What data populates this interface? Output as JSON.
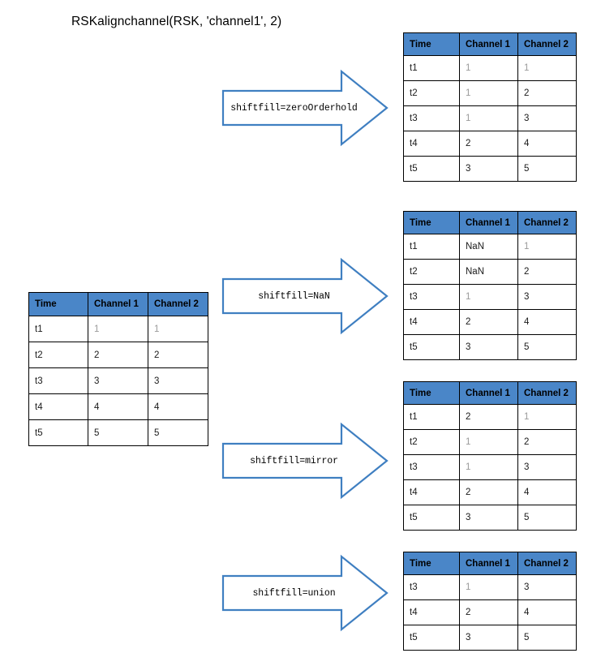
{
  "title": "RSKalignchannel(RSK, 'channel1', 2)",
  "colors": {
    "header_blue": "#4a86c8",
    "arrow_outline": "#3f7fc1",
    "arrow_fill": "#ffffff",
    "table_border": "#000000",
    "faded_text": "#9a9a9a"
  },
  "columns": [
    "Time",
    "Channel 1",
    "Channel 2"
  ],
  "input_table": {
    "name": "input-table",
    "columns": [
      "Time",
      "Channel 1",
      "Channel 2"
    ],
    "rows": [
      {
        "time": "t1",
        "ch1": "1",
        "ch2": "1",
        "ch1_faded": true,
        "ch2_faded": true
      },
      {
        "time": "t2",
        "ch1": "2",
        "ch2": "2",
        "ch1_faded": false,
        "ch2_faded": false
      },
      {
        "time": "t3",
        "ch1": "3",
        "ch2": "3",
        "ch1_faded": false,
        "ch2_faded": false
      },
      {
        "time": "t4",
        "ch1": "4",
        "ch2": "4",
        "ch1_faded": false,
        "ch2_faded": false
      },
      {
        "time": "t5",
        "ch1": "5",
        "ch2": "5",
        "ch1_faded": false,
        "ch2_faded": false
      }
    ]
  },
  "branches": [
    {
      "id": "zeroorderhold",
      "arrow_label": "shiftfill=zeroOrderhold",
      "columns": [
        "Time",
        "Channel 1",
        "Channel 2"
      ],
      "rows": [
        {
          "time": "t1",
          "ch1": "1",
          "ch2": "1",
          "ch1_faded": true,
          "ch2_faded": true
        },
        {
          "time": "t2",
          "ch1": "1",
          "ch2": "2",
          "ch1_faded": true,
          "ch2_faded": false
        },
        {
          "time": "t3",
          "ch1": "1",
          "ch2": "3",
          "ch1_faded": true,
          "ch2_faded": false
        },
        {
          "time": "t4",
          "ch1": "2",
          "ch2": "4",
          "ch1_faded": false,
          "ch2_faded": false
        },
        {
          "time": "t5",
          "ch1": "3",
          "ch2": "5",
          "ch1_faded": false,
          "ch2_faded": false
        }
      ]
    },
    {
      "id": "nan",
      "arrow_label": "shiftfill=NaN",
      "columns": [
        "Time",
        "Channel 1",
        "Channel 2"
      ],
      "rows": [
        {
          "time": "t1",
          "ch1": "NaN",
          "ch2": "1",
          "ch1_faded": false,
          "ch2_faded": true
        },
        {
          "time": "t2",
          "ch1": "NaN",
          "ch2": "2",
          "ch1_faded": false,
          "ch2_faded": false
        },
        {
          "time": "t3",
          "ch1": "1",
          "ch2": "3",
          "ch1_faded": true,
          "ch2_faded": false
        },
        {
          "time": "t4",
          "ch1": "2",
          "ch2": "4",
          "ch1_faded": false,
          "ch2_faded": false
        },
        {
          "time": "t5",
          "ch1": "3",
          "ch2": "5",
          "ch1_faded": false,
          "ch2_faded": false
        }
      ]
    },
    {
      "id": "mirror",
      "arrow_label": "shiftfill=mirror",
      "columns": [
        "Time",
        "Channel 1",
        "Channel 2"
      ],
      "rows": [
        {
          "time": "t1",
          "ch1": "2",
          "ch2": "1",
          "ch1_faded": false,
          "ch2_faded": true
        },
        {
          "time": "t2",
          "ch1": "1",
          "ch2": "2",
          "ch1_faded": true,
          "ch2_faded": false
        },
        {
          "time": "t3",
          "ch1": "1",
          "ch2": "3",
          "ch1_faded": true,
          "ch2_faded": false
        },
        {
          "time": "t4",
          "ch1": "2",
          "ch2": "4",
          "ch1_faded": false,
          "ch2_faded": false
        },
        {
          "time": "t5",
          "ch1": "3",
          "ch2": "5",
          "ch1_faded": false,
          "ch2_faded": false
        }
      ]
    },
    {
      "id": "union",
      "arrow_label": "shiftfill=union",
      "columns": [
        "Time",
        "Channel 1",
        "Channel 2"
      ],
      "rows": [
        {
          "time": "t3",
          "ch1": "1",
          "ch2": "3",
          "ch1_faded": true,
          "ch2_faded": false
        },
        {
          "time": "t4",
          "ch1": "2",
          "ch2": "4",
          "ch1_faded": false,
          "ch2_faded": false
        },
        {
          "time": "t5",
          "ch1": "3",
          "ch2": "5",
          "ch1_faded": false,
          "ch2_faded": false
        }
      ]
    }
  ]
}
